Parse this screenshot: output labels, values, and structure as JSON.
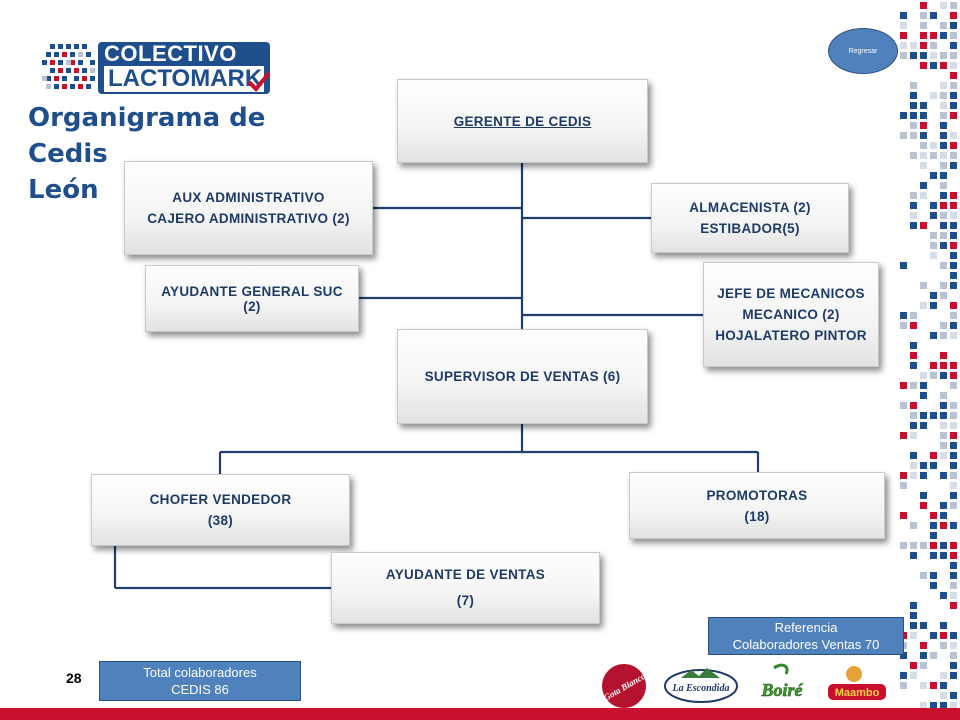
{
  "logo": {
    "line1": "COLECTIVO",
    "line2": "LACTOMARK"
  },
  "title": {
    "line1": "Organigrama de Cedis",
    "line2": "León"
  },
  "nav": {
    "back_label": "Regresar"
  },
  "org": {
    "gerente": "GERENTE DE CEDIS",
    "aux": {
      "line1": "AUX ADMINISTRATIVO",
      "line2": "CAJERO ADMINISTRATIVO (2)"
    },
    "ayudante_general": {
      "line1": "AYUDANTE GENERAL SUC",
      "line2": "(2)"
    },
    "almacenista": {
      "line1": "ALMACENISTA (2)",
      "line2": "ESTIBADOR(5)"
    },
    "jefe_mecanicos": {
      "line1": "JEFE DE MECANICOS",
      "line2": "MECANICO  (2)",
      "line3": "HOJALATERO PINTOR"
    },
    "supervisor": "SUPERVISOR DE VENTAS (6)",
    "chofer": {
      "line1": "CHOFER VENDEDOR",
      "line2": "(38)"
    },
    "promotoras": {
      "line1": "PROMOTORAS",
      "line2": "(18)"
    },
    "ayudante_ventas": {
      "line1": "AYUDANTE DE VENTAS",
      "line2": "(7)"
    }
  },
  "reference": {
    "line1": "Referencia",
    "line2": "Colaboradores Ventas 70"
  },
  "total": {
    "line1": "Total  colaboradores",
    "line2": "CEDIS 86"
  },
  "page_number": "28",
  "brands": [
    "Gota Blanca",
    "La Escondida",
    "Boiré",
    "Maambo"
  ],
  "colors": {
    "accent_blue": "#1f4e8c",
    "button_blue": "#4f81bd",
    "brand_red": "#c8102e",
    "connector": "#1f3f6e"
  }
}
